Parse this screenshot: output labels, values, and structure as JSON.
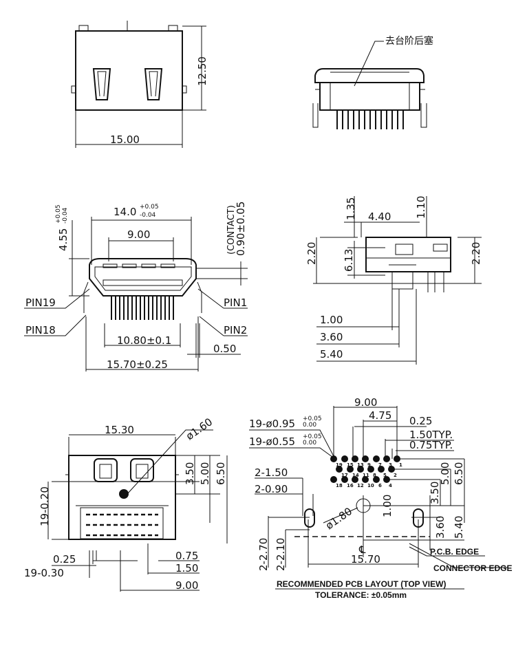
{
  "top_view": {
    "dim_height": "12.50",
    "dim_width": "15.00"
  },
  "side_view": {
    "note": "去台阶后塞"
  },
  "front_view": {
    "dim_width_main": "14.0",
    "dim_width_tol_upper": "+0.05",
    "dim_width_tol_lower": "-0.04",
    "dim_inner": "9.00",
    "dim_height": "4.55",
    "dim_height_tol_upper": "+0.05",
    "dim_height_tol_lower": "-0.04",
    "dim_contact_label": "(CONTACT)",
    "dim_contact": "0.90±0.05",
    "pin19": "PIN19",
    "pin18": "PIN18",
    "pin1": "PIN1",
    "pin2": "PIN2",
    "dim_pin_span": "10.80±0.1",
    "dim_pitch": "0.50",
    "dim_overall": "15.70±0.25"
  },
  "right_side_view": {
    "dim_1_35": "1.35",
    "dim_4_40": "4.40",
    "dim_1_10": "1.10",
    "dim_2_20_left": "2.20",
    "dim_6_13": "6.13",
    "dim_2_20_right": "2.20",
    "dim_1_00": "1.00",
    "dim_3_60": "3.60",
    "dim_5_40": "5.40"
  },
  "bottom_view": {
    "dim_width": "15.30",
    "dim_hole": "ø1.60",
    "dim_pins": "19-0.20",
    "dim_3_50": "3.50",
    "dim_5_00": "5.00",
    "dim_6_50": "6.50",
    "dim_0_25": "0.25",
    "dim_0_75": "0.75",
    "dim_pad": "19-0.30",
    "dim_1_50": "1.50",
    "dim_9_00": "9.00"
  },
  "pcb_layout": {
    "dim_9_00": "9.00",
    "dim_4_75": "4.75",
    "dim_0_25": "0.25",
    "dim_1_50_typ": "1.50TYP.",
    "dim_0_75_typ": "0.75TYP.",
    "hole_095": "19-ø0.95",
    "hole_055": "19-ø0.55",
    "tol_upper": "+0.05",
    "tol_lower": "0.00",
    "dim_2_150": "2-1.50",
    "dim_2_090": "2-0.90",
    "dim_3_50": "3.50",
    "dim_5_00": "5.00",
    "dim_6_50": "6.50",
    "dim_hole_180": "ø1.80",
    "dim_1_00": "1.00",
    "dim_3_60": "3.60",
    "dim_5_40": "5.40",
    "dim_2_270": "2-2.70",
    "dim_2_210": "2-2.10",
    "centerline": "℄",
    "dim_15_70": "15.70",
    "pcb_edge": "P.C.B. EDGE",
    "connector_edge": "CONNECTOR EDGE",
    "title": "RECOMMENDED PCB LAYOUT (TOP VIEW)",
    "tolerance": "TOLERANCE: ±0.05mm",
    "pins_row1": [
      "19",
      "15",
      "13",
      "9",
      "7",
      "3",
      "1"
    ],
    "pins_row2": [
      "17",
      "14",
      "11",
      "8",
      "5",
      "2"
    ],
    "pins_row3": [
      "18",
      "16",
      "12",
      "10",
      "6",
      "4"
    ]
  }
}
